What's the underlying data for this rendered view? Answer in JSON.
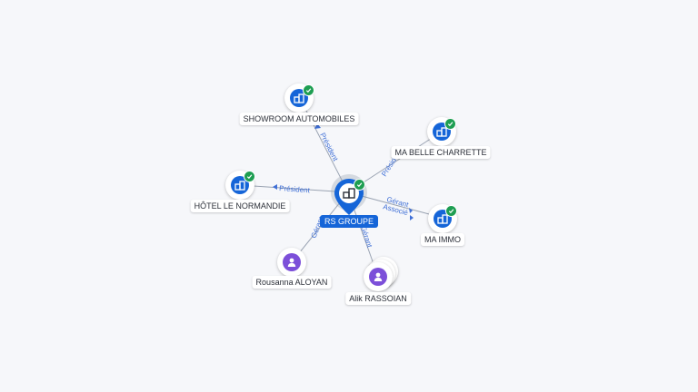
{
  "center": {
    "name": "RS GROUPE",
    "icon": "building-icon",
    "verified": true
  },
  "nodes": [
    {
      "id": "showroom",
      "name": "SHOWROOM AUTOMOBILES",
      "type": "company",
      "icon": "building-icon",
      "verified": true
    },
    {
      "id": "charrette",
      "name": "MA BELLE CHARRETTE",
      "type": "company",
      "icon": "building-icon",
      "verified": true
    },
    {
      "id": "normandie",
      "name": "HÔTEL LE NORMANDIE",
      "type": "company",
      "icon": "building-icon",
      "verified": true
    },
    {
      "id": "immo",
      "name": "MA IMMO",
      "type": "company",
      "icon": "building-icon",
      "verified": true
    },
    {
      "id": "rousanna",
      "name": "Rousanna ALOYAN",
      "type": "person",
      "icon": "person-icon",
      "verified": false
    },
    {
      "id": "alik",
      "name": "Alik RASSOIAN",
      "type": "person",
      "icon": "person-icon",
      "verified": false
    }
  ],
  "edges": [
    {
      "to": "showroom",
      "label": "Président"
    },
    {
      "to": "charrette",
      "label": "Président"
    },
    {
      "to": "normandie",
      "label": "Président"
    },
    {
      "to": "immo",
      "label": "Gérant"
    },
    {
      "to": "immo",
      "label": "Associé"
    },
    {
      "to": "rousanna",
      "label": "Gérant"
    },
    {
      "to": "alik",
      "label": "Gérant"
    }
  ],
  "colors": {
    "company": "#1565d8",
    "person": "#7c4fd9",
    "verified": "#1e9e52",
    "edge_label": "#3f6fd6"
  }
}
